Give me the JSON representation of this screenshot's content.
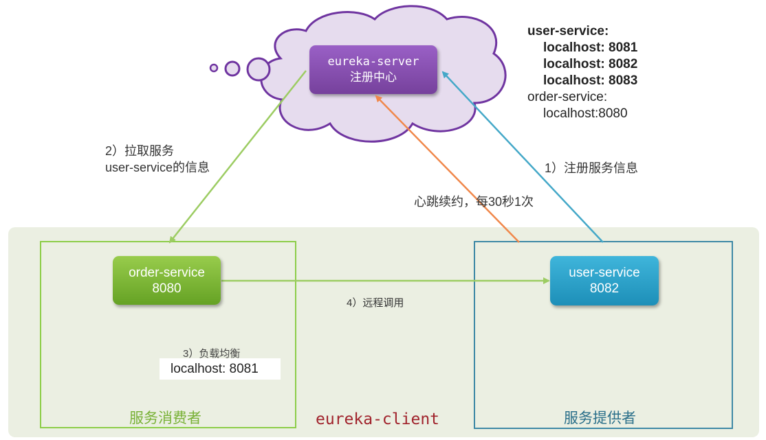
{
  "colors": {
    "registry_fill": "#e6dcee",
    "registry_stroke": "#6f34a0",
    "eureka_box": "#8a52b4",
    "consumer_green": "#8ccd48",
    "provider_blue": "#3d88a5",
    "pull_arrow": "#9ccc62",
    "heartbeat_arrow": "#f0874a",
    "register_arrow": "#44a8c8",
    "client_label": "#a0232c"
  },
  "registry": {
    "name": "eureka-server",
    "subtitle": "注册中心"
  },
  "registry_list": {
    "service1": "user-service:",
    "service1_instances": [
      "localhost: 8081",
      "localhost: 8082",
      "localhost: 8083"
    ],
    "service2": "order-service:",
    "service2_instances": [
      "localhost:8080"
    ]
  },
  "consumer": {
    "name": "order-service",
    "port": "8080",
    "area_label": "服务消费者"
  },
  "provider": {
    "name": "user-service",
    "port": "8082",
    "area_label": "服务提供者"
  },
  "steps": {
    "register": "1）注册服务信息",
    "pull_line1": "2）拉取服务",
    "pull_line2": "user-service的信息",
    "load_balance": "3）负载均衡",
    "load_balance_result": "localhost: 8081",
    "remote_call": "4）远程调用",
    "heartbeat": "心跳续约，每30秒1次"
  },
  "client_label": "eureka-client"
}
